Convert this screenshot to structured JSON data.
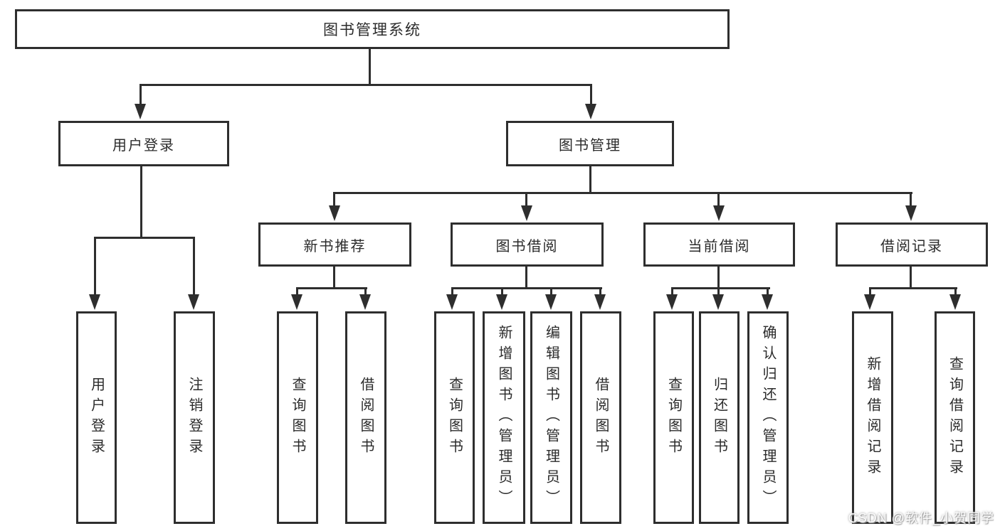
{
  "diagram": {
    "type": "tree",
    "title": "图书管理系统",
    "watermark": "CSDN @软件_小贺同学",
    "colors": {
      "line": "#2e2e2e",
      "border": "#2e2e2e",
      "text": "#2b2b2b",
      "background": "#ffffff",
      "watermark": "#c8c8c8"
    },
    "hierarchy": {
      "label": "图书管理系统",
      "children": [
        {
          "label": "用户登录",
          "children": [
            {
              "label": "用户登录"
            },
            {
              "label": "注销登录"
            }
          ]
        },
        {
          "label": "图书管理",
          "children": [
            {
              "label": "新书推荐",
              "children": [
                {
                  "label": "查询图书"
                },
                {
                  "label": "借阅图书"
                }
              ]
            },
            {
              "label": "图书借阅",
              "children": [
                {
                  "label": "查询图书"
                },
                {
                  "label": "新增图书（管理员）"
                },
                {
                  "label": "编辑图书（管理员）"
                },
                {
                  "label": "借阅图书"
                }
              ]
            },
            {
              "label": "当前借阅",
              "children": [
                {
                  "label": "查询图书"
                },
                {
                  "label": "归还图书"
                },
                {
                  "label": "确认归还（管理员）"
                }
              ]
            },
            {
              "label": "借阅记录",
              "children": [
                {
                  "label": "新增借阅记录"
                },
                {
                  "label": "查询借阅记录"
                }
              ]
            }
          ]
        }
      ]
    }
  }
}
